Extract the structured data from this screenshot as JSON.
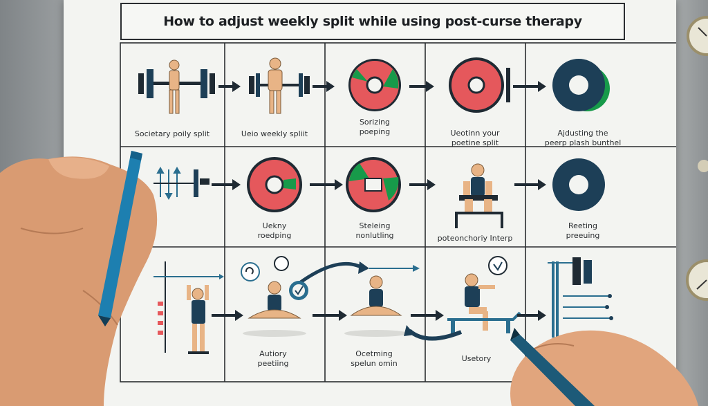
{
  "title": "How to adjust weekly split while using post-curse therapy",
  "labels": {
    "r1c1": [
      "Societary poily split"
    ],
    "r1c2": [
      "Ueio weekly spliit"
    ],
    "r1c3": [
      "Sorizing",
      "poeping"
    ],
    "r1c4": [
      "Ueotinn your",
      "poetine split"
    ],
    "r1c5": [
      "Ajdusting the",
      "peerp plash bunthel"
    ],
    "r2c2": [
      "Uekny",
      "roedping"
    ],
    "r2c3": [
      "Steleing",
      "nonlutling"
    ],
    "r2c4": [
      "poteonchoriy Interp"
    ],
    "r2c5": [
      "Reeting",
      "preeuing"
    ],
    "r3c2": [
      "Autiory",
      "peetiing"
    ],
    "r3c3": [
      "Ocetming",
      "spelun omin"
    ],
    "r3c4": [
      "Usetory"
    ]
  },
  "colors": {
    "ink": "#1f2a33",
    "navy": "#1d3f57",
    "teal": "#2a6e8f",
    "pink": "#e5585c",
    "green": "#179a4a",
    "skin": "#e8b486",
    "paper": "#f3f4f1"
  }
}
